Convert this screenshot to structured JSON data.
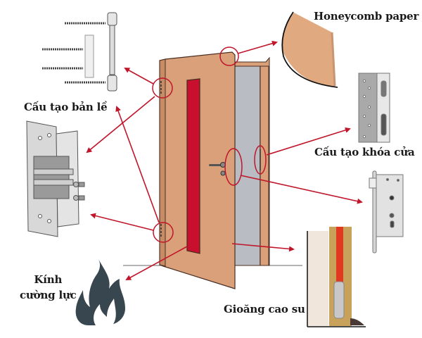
{
  "title": "Door structure components diagram",
  "labels": {
    "honeycomb": "Honeycomb paper",
    "hinge": "Cấu tạo bản lề",
    "lock": "Cấu tạo khóa cửa",
    "glass_line1": "Kính",
    "glass_line2": "cường lực",
    "gasket": "Gioăng cao su"
  },
  "icons": {
    "fire": "fire-icon"
  },
  "colors": {
    "door": "#d9a07a",
    "door_edge": "#5a3a2a",
    "glass": "#c8102e",
    "frame_interior": "#b9bcc2",
    "callout": "#c0152a",
    "fire": "#37464f"
  }
}
